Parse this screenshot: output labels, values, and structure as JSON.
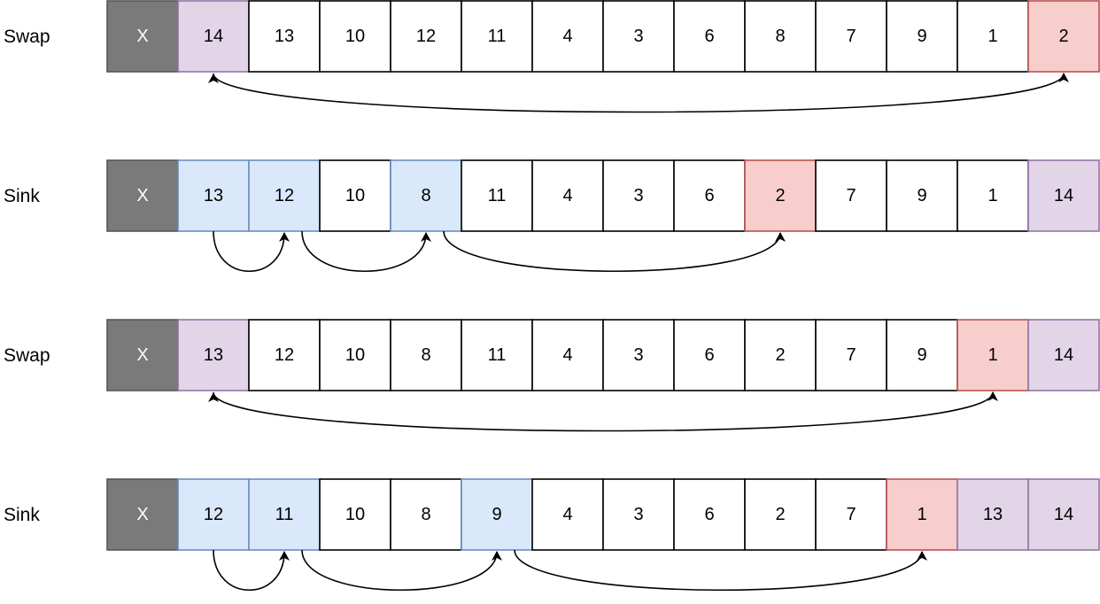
{
  "rows": [
    {
      "label": "Swap",
      "cells": [
        {
          "text": "X",
          "style": "sentinel"
        },
        {
          "text": "14",
          "style": "sorted"
        },
        {
          "text": "13",
          "style": "plain"
        },
        {
          "text": "10",
          "style": "plain"
        },
        {
          "text": "12",
          "style": "plain"
        },
        {
          "text": "11",
          "style": "plain"
        },
        {
          "text": "4",
          "style": "plain"
        },
        {
          "text": "3",
          "style": "plain"
        },
        {
          "text": "6",
          "style": "plain"
        },
        {
          "text": "8",
          "style": "plain"
        },
        {
          "text": "7",
          "style": "plain"
        },
        {
          "text": "9",
          "style": "plain"
        },
        {
          "text": "1",
          "style": "plain"
        },
        {
          "text": "2",
          "style": "active"
        }
      ],
      "arrows": [
        {
          "kind": "swap",
          "from": 1,
          "to": 13
        }
      ]
    },
    {
      "label": "Sink",
      "cells": [
        {
          "text": "X",
          "style": "sentinel"
        },
        {
          "text": "13",
          "style": "path"
        },
        {
          "text": "12",
          "style": "path"
        },
        {
          "text": "10",
          "style": "plain"
        },
        {
          "text": "8",
          "style": "path"
        },
        {
          "text": "11",
          "style": "plain"
        },
        {
          "text": "4",
          "style": "plain"
        },
        {
          "text": "3",
          "style": "plain"
        },
        {
          "text": "6",
          "style": "plain"
        },
        {
          "text": "2",
          "style": "active"
        },
        {
          "text": "7",
          "style": "plain"
        },
        {
          "text": "9",
          "style": "plain"
        },
        {
          "text": "1",
          "style": "plain"
        },
        {
          "text": "14",
          "style": "sorted"
        }
      ],
      "arrows": [
        {
          "kind": "sink",
          "from": 1,
          "to": 2
        },
        {
          "kind": "sink",
          "from": 2,
          "to": 4
        },
        {
          "kind": "sink",
          "from": 4,
          "to": 9
        }
      ]
    },
    {
      "label": "Swap",
      "cells": [
        {
          "text": "X",
          "style": "sentinel"
        },
        {
          "text": "13",
          "style": "sorted"
        },
        {
          "text": "12",
          "style": "plain"
        },
        {
          "text": "10",
          "style": "plain"
        },
        {
          "text": "8",
          "style": "plain"
        },
        {
          "text": "11",
          "style": "plain"
        },
        {
          "text": "4",
          "style": "plain"
        },
        {
          "text": "3",
          "style": "plain"
        },
        {
          "text": "6",
          "style": "plain"
        },
        {
          "text": "2",
          "style": "plain"
        },
        {
          "text": "7",
          "style": "plain"
        },
        {
          "text": "9",
          "style": "plain"
        },
        {
          "text": "1",
          "style": "active"
        },
        {
          "text": "14",
          "style": "sorted"
        }
      ],
      "arrows": [
        {
          "kind": "swap",
          "from": 1,
          "to": 12
        }
      ]
    },
    {
      "label": "Sink",
      "cells": [
        {
          "text": "X",
          "style": "sentinel"
        },
        {
          "text": "12",
          "style": "path"
        },
        {
          "text": "11",
          "style": "path"
        },
        {
          "text": "10",
          "style": "plain"
        },
        {
          "text": "8",
          "style": "plain"
        },
        {
          "text": "9",
          "style": "path"
        },
        {
          "text": "4",
          "style": "plain"
        },
        {
          "text": "3",
          "style": "plain"
        },
        {
          "text": "6",
          "style": "plain"
        },
        {
          "text": "2",
          "style": "plain"
        },
        {
          "text": "7",
          "style": "plain"
        },
        {
          "text": "1",
          "style": "active"
        },
        {
          "text": "13",
          "style": "sorted"
        },
        {
          "text": "14",
          "style": "sorted"
        }
      ],
      "arrows": [
        {
          "kind": "sink",
          "from": 1,
          "to": 2
        },
        {
          "kind": "sink",
          "from": 2,
          "to": 5
        },
        {
          "kind": "sink",
          "from": 5,
          "to": 11
        }
      ]
    }
  ],
  "palette": {
    "sentinel": {
      "fill": "#7a7a7a",
      "stroke": "#555555",
      "text": "#ffffff"
    },
    "plain": {
      "fill": "#ffffff",
      "stroke": "#000000",
      "text": "#000000"
    },
    "sorted": {
      "fill": "#e1d5e7",
      "stroke": "#9673a6",
      "text": "#000000"
    },
    "active": {
      "fill": "#f8cecc",
      "stroke": "#b85450",
      "text": "#000000"
    },
    "path": {
      "fill": "#dae8fc",
      "stroke": "#6c8ebf",
      "text": "#000000"
    }
  }
}
